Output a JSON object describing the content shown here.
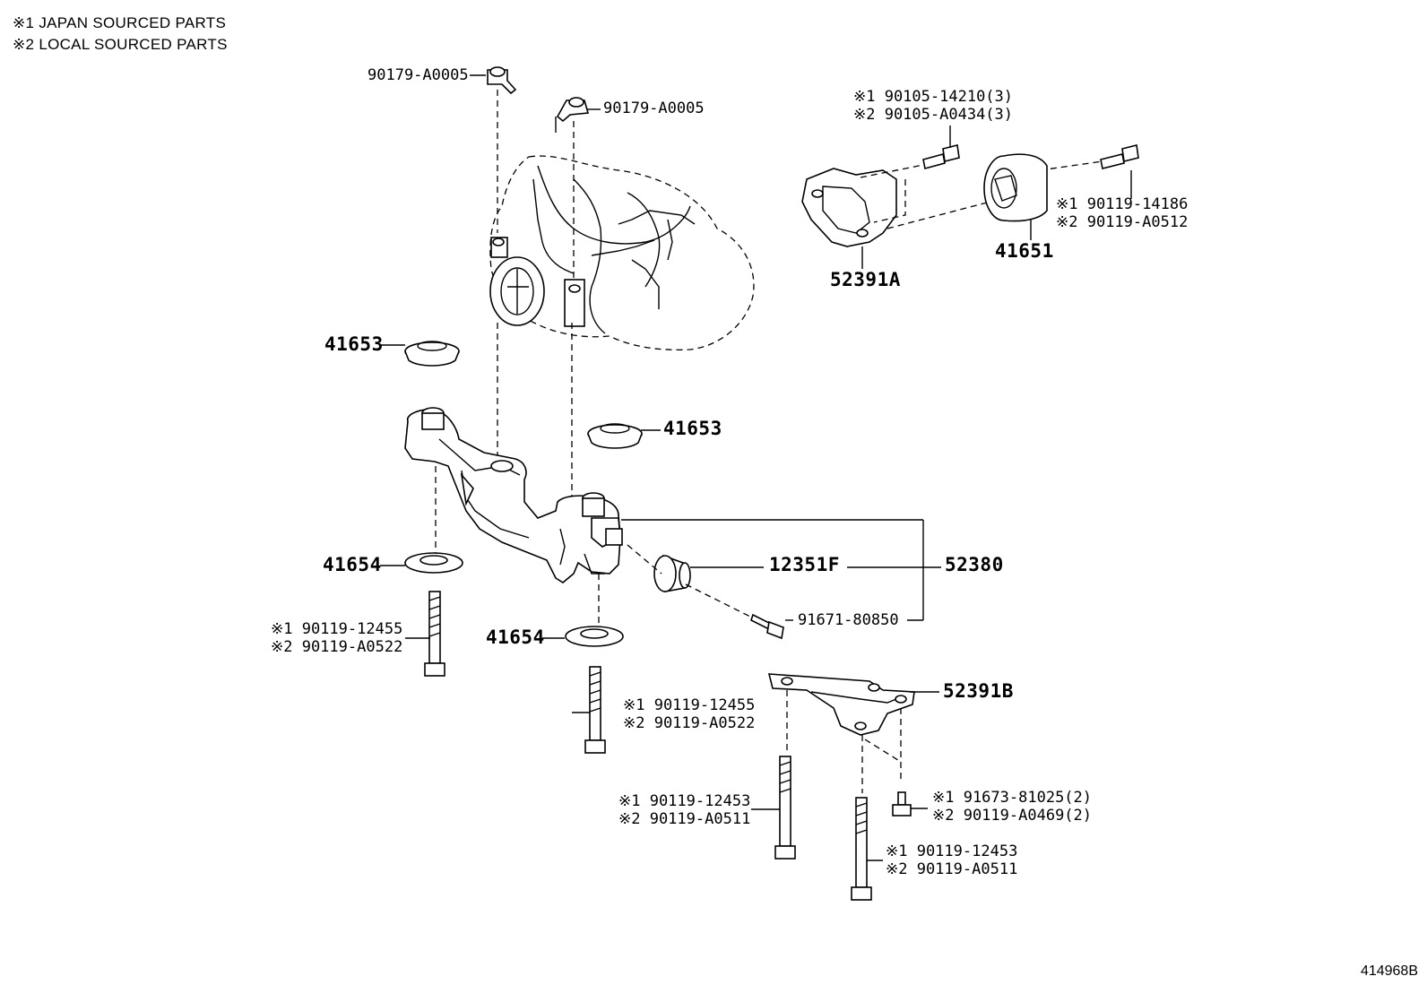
{
  "legend": {
    "line1": "※1 JAPAN SOURCED PARTS",
    "line2": "※2 LOCAL SOURCED PARTS"
  },
  "labels": {
    "clip_left": "90179-A0005",
    "clip_right": "90179-A0005",
    "bolt_top_1": "※1 90105-14210(3)",
    "bolt_top_2": "※2 90105-A0434(3)",
    "bolt_right_1": "※1 90119-14186",
    "bolt_right_2": "※2 90119-A0512",
    "bracket_a": "52391A",
    "insulator_41651": "41651",
    "stopper_upper_left": "41653",
    "stopper_upper_right": "41653",
    "stopper_lower_left": "41654",
    "stopper_lower_right": "41654",
    "bushing": "12351F",
    "assembly": "52380",
    "bolt_91671": "91671-80850",
    "bolt_left_1": "※1 90119-12455",
    "bolt_left_2": "※2 90119-A0522",
    "bolt_mid_1": "※1 90119-12455",
    "bolt_mid_2": "※2 90119-A0522",
    "bracket_b": "52391B",
    "bolt_b_left_1": "※1 90119-12453",
    "bolt_b_left_2": "※2 90119-A0511",
    "bolt_b_right_1": "※1 91673-81025(2)",
    "bolt_b_right_2": "※2 90119-A0469(2)",
    "bolt_b_bottom_1": "※1 90119-12453",
    "bolt_b_bottom_2": "※2 90119-A0511"
  },
  "diagram_code": "414968B"
}
